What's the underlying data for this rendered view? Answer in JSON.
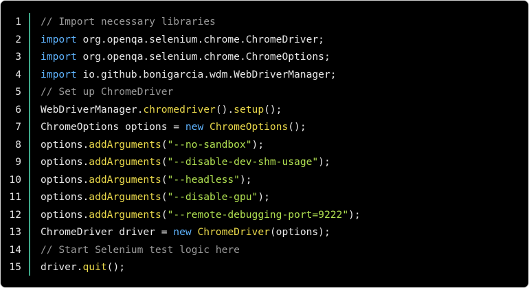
{
  "code": {
    "language": "java",
    "colors": {
      "background": "#000000",
      "accent_bar": "#3fa98a",
      "plain": "#e8e8e8",
      "comment": "#9a9a9a",
      "keyword": "#5fb4ff",
      "method": "#e9d84a",
      "string": "#b0e051"
    },
    "lines": [
      {
        "number": "1",
        "tokens": [
          {
            "t": "comment",
            "v": "// Import necessary libraries"
          }
        ]
      },
      {
        "number": "2",
        "tokens": [
          {
            "t": "keyword",
            "v": "import"
          },
          {
            "t": "plain",
            "v": " org.openqa.selenium.chrome.ChromeDriver;"
          }
        ]
      },
      {
        "number": "3",
        "tokens": [
          {
            "t": "keyword",
            "v": "import"
          },
          {
            "t": "plain",
            "v": " org.openqa.selenium.chrome.ChromeOptions;"
          }
        ]
      },
      {
        "number": "4",
        "tokens": [
          {
            "t": "keyword",
            "v": "import"
          },
          {
            "t": "plain",
            "v": " io.github.bonigarcia.wdm.WebDriverManager;"
          }
        ]
      },
      {
        "number": "5",
        "tokens": [
          {
            "t": "comment",
            "v": "// Set up ChromeDriver"
          }
        ]
      },
      {
        "number": "6",
        "tokens": [
          {
            "t": "plain",
            "v": "WebDriverManager."
          },
          {
            "t": "method",
            "v": "chromedriver"
          },
          {
            "t": "plain",
            "v": "()."
          },
          {
            "t": "method",
            "v": "setup"
          },
          {
            "t": "plain",
            "v": "();"
          }
        ]
      },
      {
        "number": "7",
        "tokens": [
          {
            "t": "plain",
            "v": "ChromeOptions options = "
          },
          {
            "t": "keyword",
            "v": "new"
          },
          {
            "t": "plain",
            "v": " "
          },
          {
            "t": "method",
            "v": "ChromeOptions"
          },
          {
            "t": "plain",
            "v": "();"
          }
        ]
      },
      {
        "number": "8",
        "tokens": [
          {
            "t": "plain",
            "v": "options."
          },
          {
            "t": "method",
            "v": "addArguments"
          },
          {
            "t": "plain",
            "v": "("
          },
          {
            "t": "string",
            "v": "\"--no-sandbox\""
          },
          {
            "t": "plain",
            "v": ");"
          }
        ]
      },
      {
        "number": "9",
        "tokens": [
          {
            "t": "plain",
            "v": "options."
          },
          {
            "t": "method",
            "v": "addArguments"
          },
          {
            "t": "plain",
            "v": "("
          },
          {
            "t": "string",
            "v": "\"--disable-dev-shm-usage\""
          },
          {
            "t": "plain",
            "v": ");"
          }
        ]
      },
      {
        "number": "10",
        "tokens": [
          {
            "t": "plain",
            "v": "options."
          },
          {
            "t": "method",
            "v": "addArguments"
          },
          {
            "t": "plain",
            "v": "("
          },
          {
            "t": "string",
            "v": "\"--headless\""
          },
          {
            "t": "plain",
            "v": ");"
          }
        ]
      },
      {
        "number": "11",
        "tokens": [
          {
            "t": "plain",
            "v": "options."
          },
          {
            "t": "method",
            "v": "addArguments"
          },
          {
            "t": "plain",
            "v": "("
          },
          {
            "t": "string",
            "v": "\"--disable-gpu\""
          },
          {
            "t": "plain",
            "v": ");"
          }
        ]
      },
      {
        "number": "12",
        "tokens": [
          {
            "t": "plain",
            "v": "options."
          },
          {
            "t": "method",
            "v": "addArguments"
          },
          {
            "t": "plain",
            "v": "("
          },
          {
            "t": "string",
            "v": "\"--remote-debugging-port=9222\""
          },
          {
            "t": "plain",
            "v": ");"
          }
        ]
      },
      {
        "number": "13",
        "tokens": [
          {
            "t": "plain",
            "v": "ChromeDriver driver = "
          },
          {
            "t": "keyword",
            "v": "new"
          },
          {
            "t": "plain",
            "v": " "
          },
          {
            "t": "method",
            "v": "ChromeDriver"
          },
          {
            "t": "plain",
            "v": "(options);"
          }
        ]
      },
      {
        "number": "14",
        "tokens": [
          {
            "t": "comment",
            "v": "// Start Selenium test logic here"
          }
        ]
      },
      {
        "number": "15",
        "tokens": [
          {
            "t": "plain",
            "v": "driver."
          },
          {
            "t": "method",
            "v": "quit"
          },
          {
            "t": "plain",
            "v": "();"
          }
        ]
      }
    ]
  }
}
